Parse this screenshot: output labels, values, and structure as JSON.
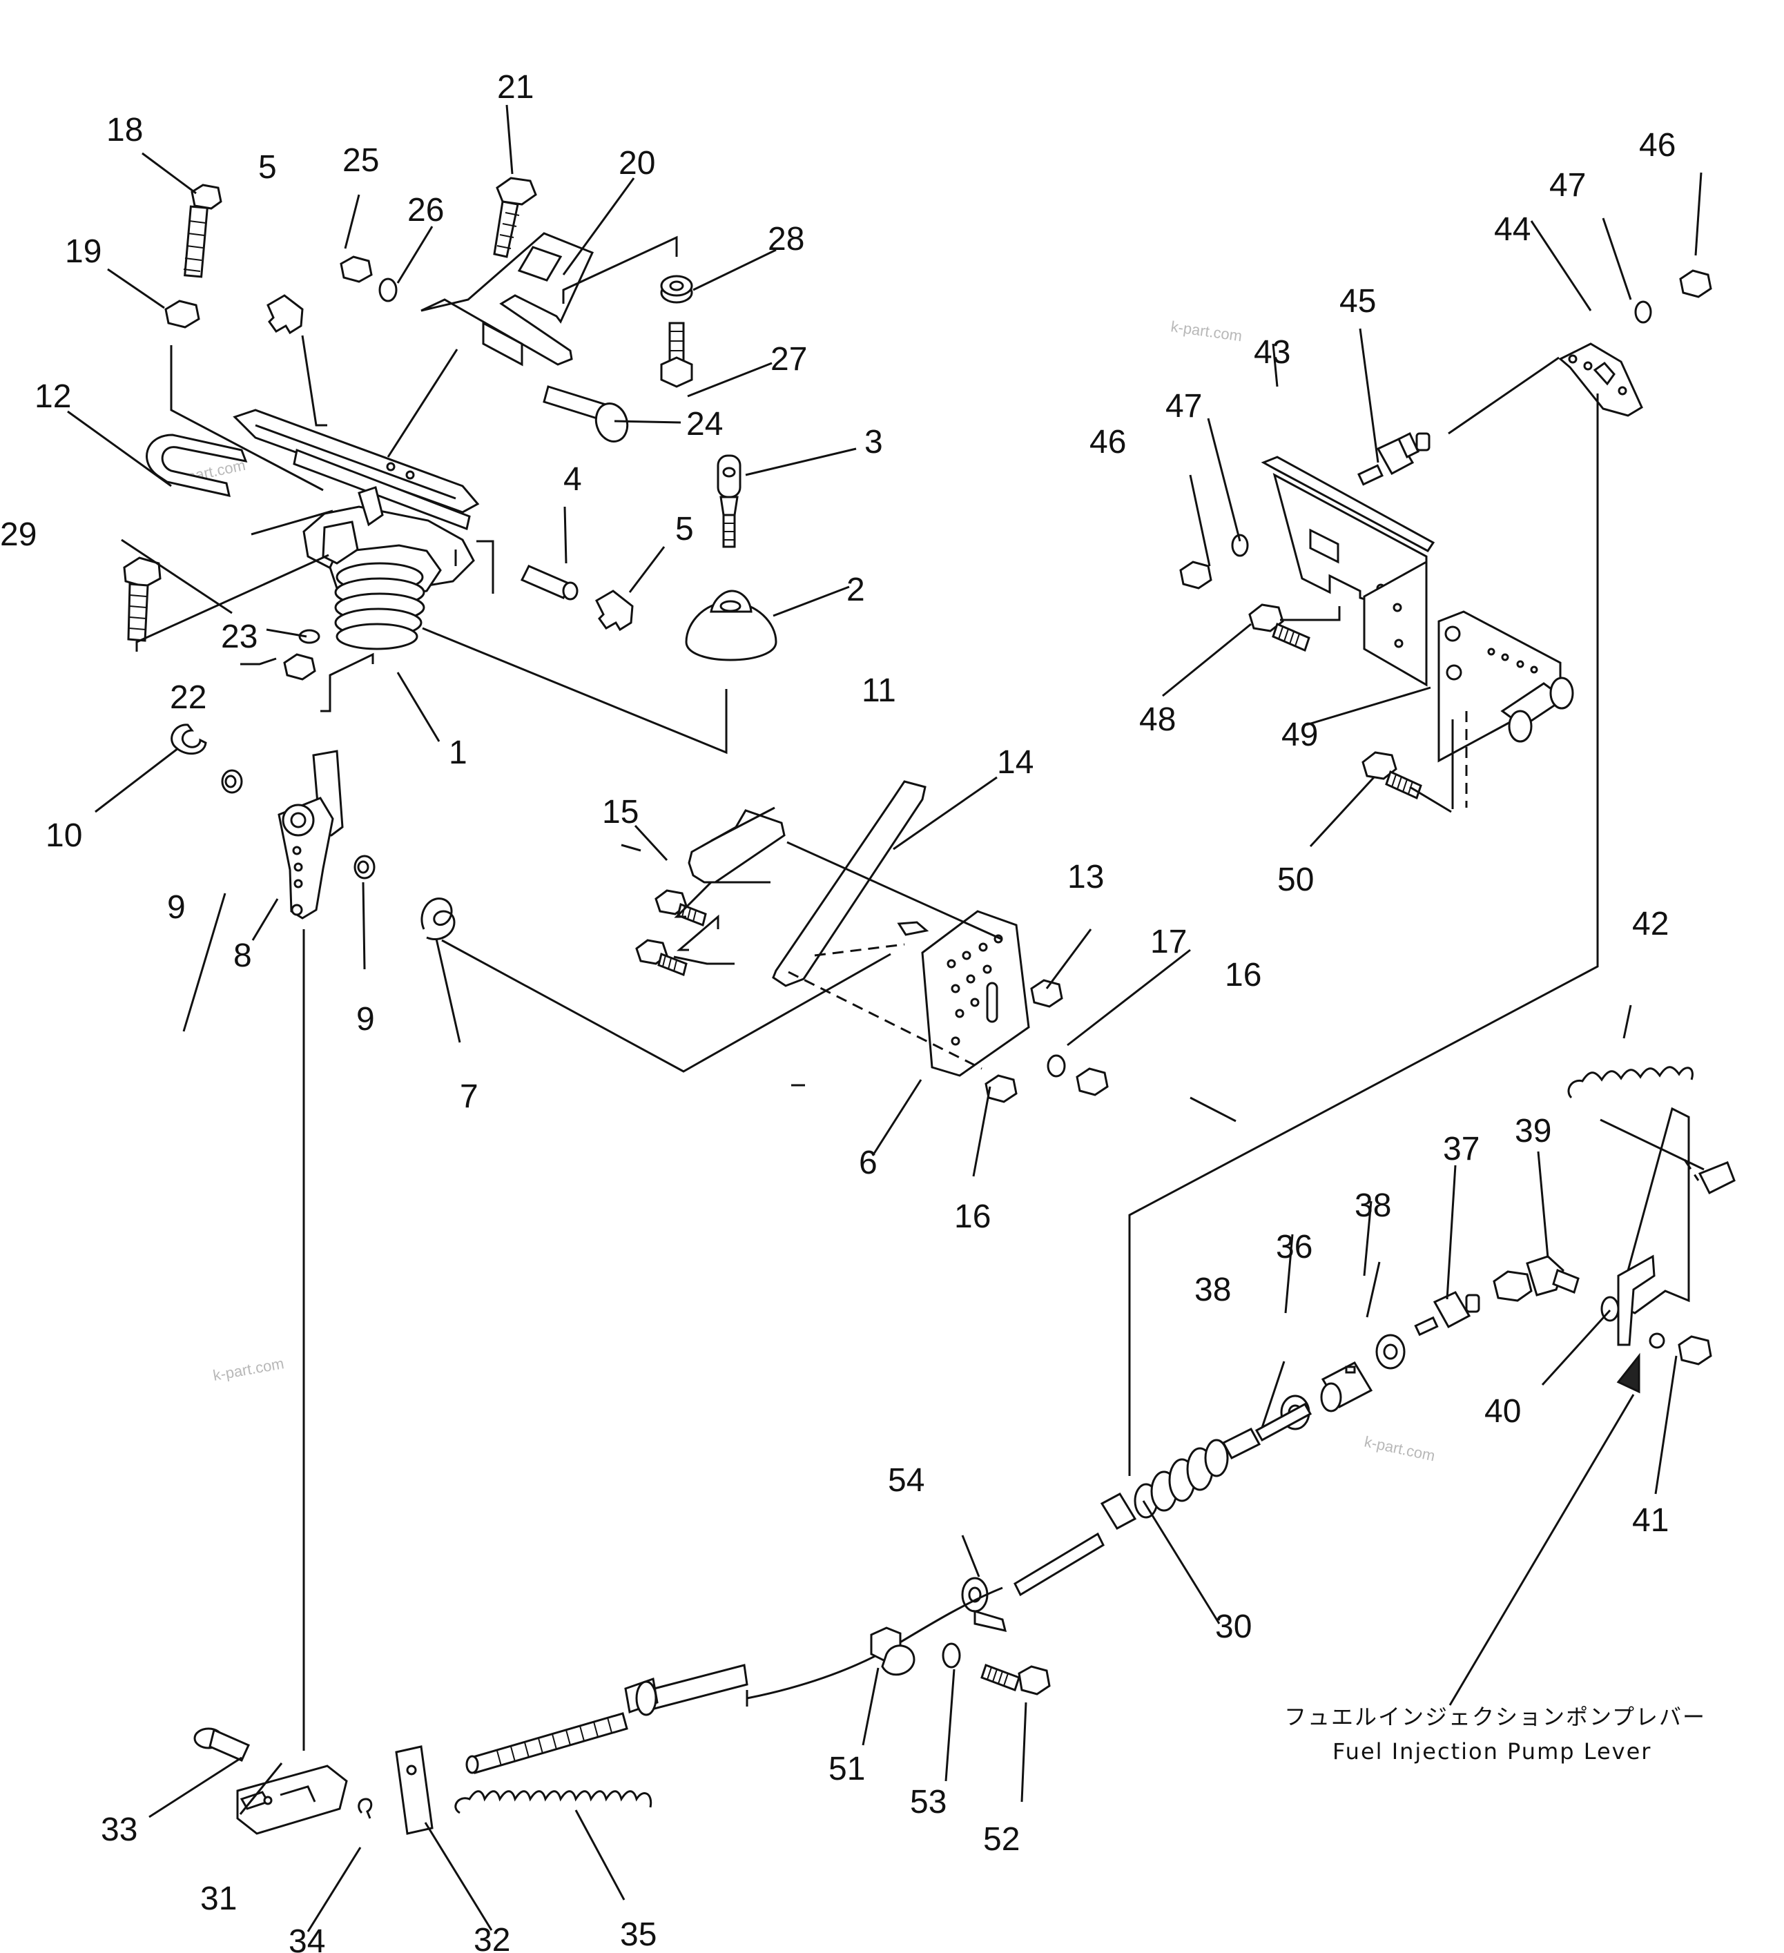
{
  "callouts": {
    "n1": "1",
    "n2": "2",
    "n3": "3",
    "n4": "4",
    "n5a": "5",
    "n5b": "5",
    "n6": "6",
    "n7": "7",
    "n8": "8",
    "n9a": "9",
    "n9b": "9",
    "n10": "10",
    "n11": "11",
    "n12": "12",
    "n13": "13",
    "n14": "14",
    "n15": "15",
    "n16a": "16",
    "n16b": "16",
    "n17": "17",
    "n18": "18",
    "n19": "19",
    "n20": "20",
    "n21": "21",
    "n22": "22",
    "n23": "23",
    "n24": "24",
    "n25": "25",
    "n26": "26",
    "n27": "27",
    "n28": "28",
    "n29": "29",
    "n30": "30",
    "n31": "31",
    "n32": "32",
    "n33": "33",
    "n34": "34",
    "n35": "35",
    "n36": "36",
    "n37": "37",
    "n38a": "38",
    "n38b": "38",
    "n39": "39",
    "n40": "40",
    "n41": "41",
    "n42": "42",
    "n43": "43",
    "n44": "44",
    "n45": "45",
    "n46a": "46",
    "n46b": "46",
    "n47a": "47",
    "n47b": "47",
    "n48": "48",
    "n49": "49",
    "n50": "50",
    "n51": "51",
    "n52": "52",
    "n53": "53",
    "n54": "54"
  },
  "annotation": {
    "jp": "フュエルインジェクションポンプレバー",
    "en": "Fuel Injection Pump Lever"
  },
  "watermarks": {
    "w1": "k-part.com",
    "w2": "k-part.com",
    "w3": "k-part.com",
    "w4": "k-part.com"
  }
}
